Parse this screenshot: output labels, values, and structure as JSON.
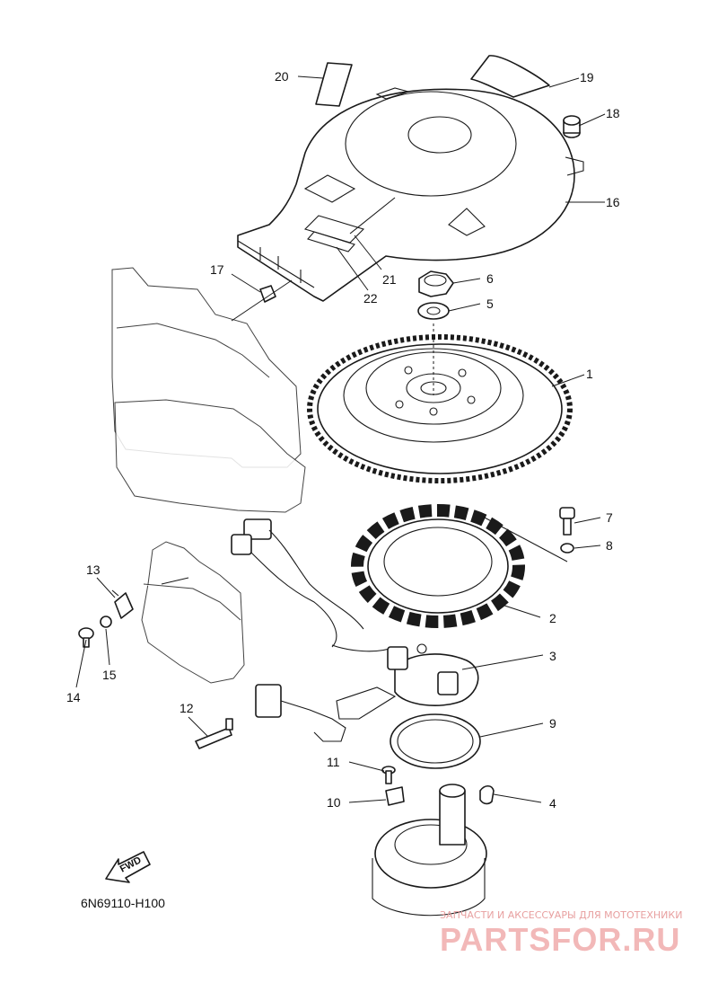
{
  "diagram": {
    "code": "6N69110-H100",
    "fwd_label": "FWD",
    "callouts": [
      "1",
      "2",
      "3",
      "4",
      "5",
      "6",
      "7",
      "8",
      "9",
      "10",
      "11",
      "12",
      "13",
      "14",
      "15",
      "16",
      "17",
      "18",
      "19",
      "20",
      "21",
      "22"
    ]
  },
  "watermark": {
    "tagline": "ЗАПЧАСТИ И АКСЕССУАРЫ ДЛЯ МОТОТЕХНИКИ",
    "brand": "PARTSFOR.RU",
    "color": "#f2b8b8"
  }
}
